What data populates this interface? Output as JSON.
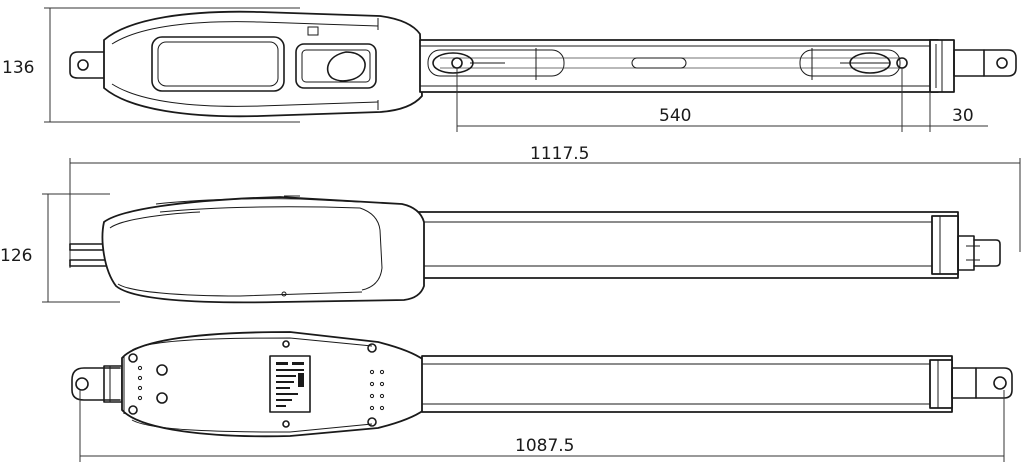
{
  "dimensions": {
    "top_height": "136",
    "stroke_length": "540",
    "end_offset": "30",
    "total_length": "1117.5",
    "side_height": "126",
    "pin_to_pin": "1087.5"
  }
}
